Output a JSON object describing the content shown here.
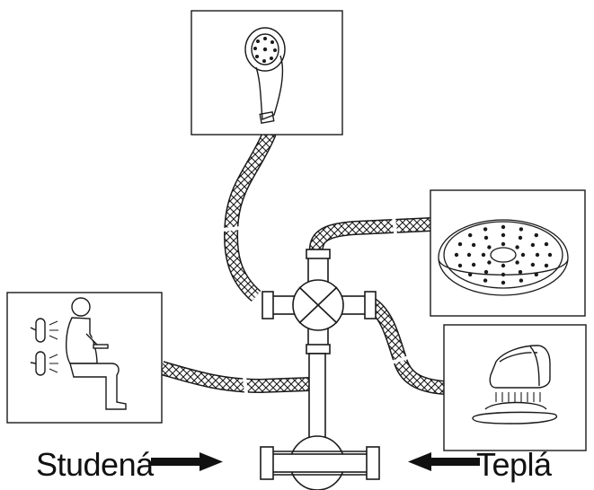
{
  "labels": {
    "cold": "Studená",
    "warm": "Teplá"
  },
  "panels": [
    {
      "id": "hand-shower-panel",
      "icon": "hand-shower-icon"
    },
    {
      "id": "rain-shower-panel",
      "icon": "rain-shower-head-icon"
    },
    {
      "id": "body-jets-panel",
      "icon": "seated-person-body-jets-icon"
    },
    {
      "id": "bath-spout-panel",
      "icon": "bath-filler-spout-icon"
    }
  ],
  "colors": {
    "line": "#1a1a1a",
    "background": "#ffffff",
    "arrow": "#111111"
  }
}
